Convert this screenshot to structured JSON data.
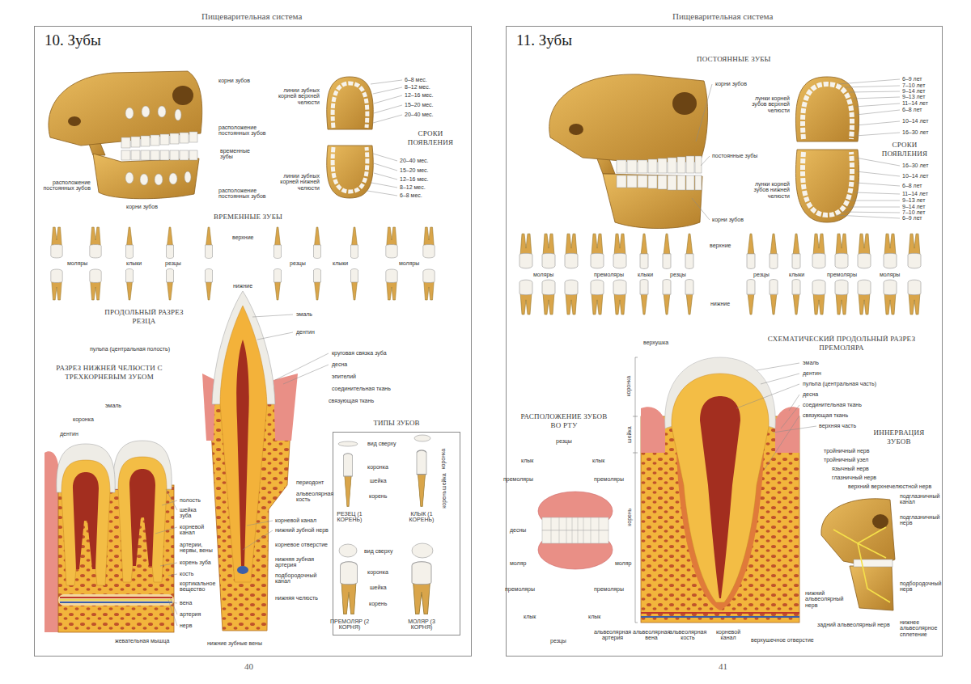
{
  "diagram": {
    "nodes": [
      {
        "text": [
          "10. Зубы"
        ]
      },
      {
        "text": [
          "11. Зубы"
        ]
      },
      {
        "text": [
          "ТИПЫ ЗУБОВ"
        ],
        "in": 0
      }
    ],
    "labels": [
      "Пищеварительная система",
      "Пищеварительная система",
      "40",
      "41",
      "корни зубов",
      "расположение постоянных зубов",
      "временные зубы",
      "расположение постоянных зубов",
      "расположение постоянных зубов",
      "корни зубов",
      "линии зубных корней верхней челюсти",
      "6–8 мес.",
      "8–12 мес.",
      "12–16 мес.",
      "15–20 мес.",
      "20–40 мес.",
      "СРОКИ ПОЯВЛЕНИЯ",
      "20–40 мес.",
      "15–20 мес.",
      "12–16 мес.",
      "8–12 мес.",
      "6–8 мес.",
      "линии зубных корней нижней челюсти",
      "ВРЕМЕННЫЕ ЗУБЫ",
      "моляры",
      "клыки",
      "резцы",
      "верхние",
      "резцы",
      "клыки",
      "моляры",
      "нижние",
      "ПРОДОЛЬНЫЙ РАЗРЕЗ РЕЗЦА",
      "РАЗРЕЗ НИЖНЕЙ ЧЕЛЮСТИ С ТРЕХКОРНЕВЫМ ЗУБОМ",
      "эмаль",
      "дентин",
      "пульпа (центральная полость)",
      "круговая связка зуба",
      "десна",
      "эпителий",
      "соединительная ткань",
      "связующая ткань",
      "периодонт",
      "альвеолярная кость",
      "корневой канал",
      "нижний зубной нерв",
      "корневое отверстие",
      "нижняя зубная артерия",
      "подбородочный канал",
      "нижняя челюсть",
      "нижние зубные вены",
      "эмаль",
      "коронка",
      "дентин",
      "полость",
      "шейка зуба",
      "корневой канал",
      "артерии, нервы, вены",
      "корень зуба",
      "кость",
      "кортикальное вещество",
      "вена",
      "артерия",
      "нерв",
      "жевательная мышца",
      "вид сверху",
      "коронка",
      "шейка",
      "корень",
      "РЕЗЕЦ (1 КОРЕНЬ)",
      "КЛЫК (1 КОРЕНЬ)",
      "коронка",
      "шейка",
      "корень",
      "вид сверху",
      "коронка",
      "шейка",
      "корень",
      "ПРЕМОЛЯР (2 КОРНЯ)",
      "МОЛЯР (3 КОРНЯ)",
      "ПОСТОЯННЫЕ ЗУБЫ",
      "корни зубов",
      "постоянные зубы",
      "корни зубов",
      "лунки корней зубов верхней челюсти",
      "6–9 лет",
      "7–10 лет",
      "9–14 лет",
      "9–13 лет",
      "11–14 лет",
      "6–8 лет",
      "10–14 лет",
      "16–30 лет",
      "СРОКИ ПОЯВЛЕНИЯ",
      "16–30 лет",
      "10–14 лет",
      "6–8 лет",
      "11–14 лет",
      "9–13 лет",
      "9–14 лет",
      "7–10 лет",
      "6–9 лет",
      "лунки корней зубов нижней челюсти",
      "моляры",
      "премоляры",
      "клыки",
      "резцы",
      "верхние",
      "резцы",
      "клыки",
      "премоляры",
      "моляры",
      "нижние",
      "СХЕМАТИЧЕСКИЙ ПРОДОЛЬНЫЙ РАЗРЕЗ ПРЕМОЛЯРА",
      "верхушка",
      "коронка",
      "шейка",
      "корень",
      "эмаль",
      "дентин",
      "пульпа (центральная часть)",
      "десна",
      "соединительная ткань",
      "связующая ткань",
      "верхняя часть",
      "ИННЕРВАЦИЯ ЗУБОВ",
      "тройничный нерв",
      "тройничный узел",
      "язычный нерв",
      "глазничный нерв",
      "верхний верхнечелюстной нерв",
      "подглазничный канал",
      "подглазничный нерв",
      "подбородочный нерв",
      "нижнее альвеолярное сплетение",
      "нижний альвеолярный нерв",
      "задний альвеолярный нерв",
      "верхушечное отверстие",
      "корневой канал",
      "альвеолярная кость",
      "альвеолярная вена",
      "альвеолярная артерия",
      "РАСПОЛОЖЕНИЕ ЗУБОВ ВО РТУ",
      "резцы",
      "клык",
      "клык",
      "премоляры",
      "премоляры",
      "десны",
      "моляр",
      "моляр",
      "премоляры",
      "премоляры",
      "клык",
      "клык",
      "резцы"
    ]
  }
}
